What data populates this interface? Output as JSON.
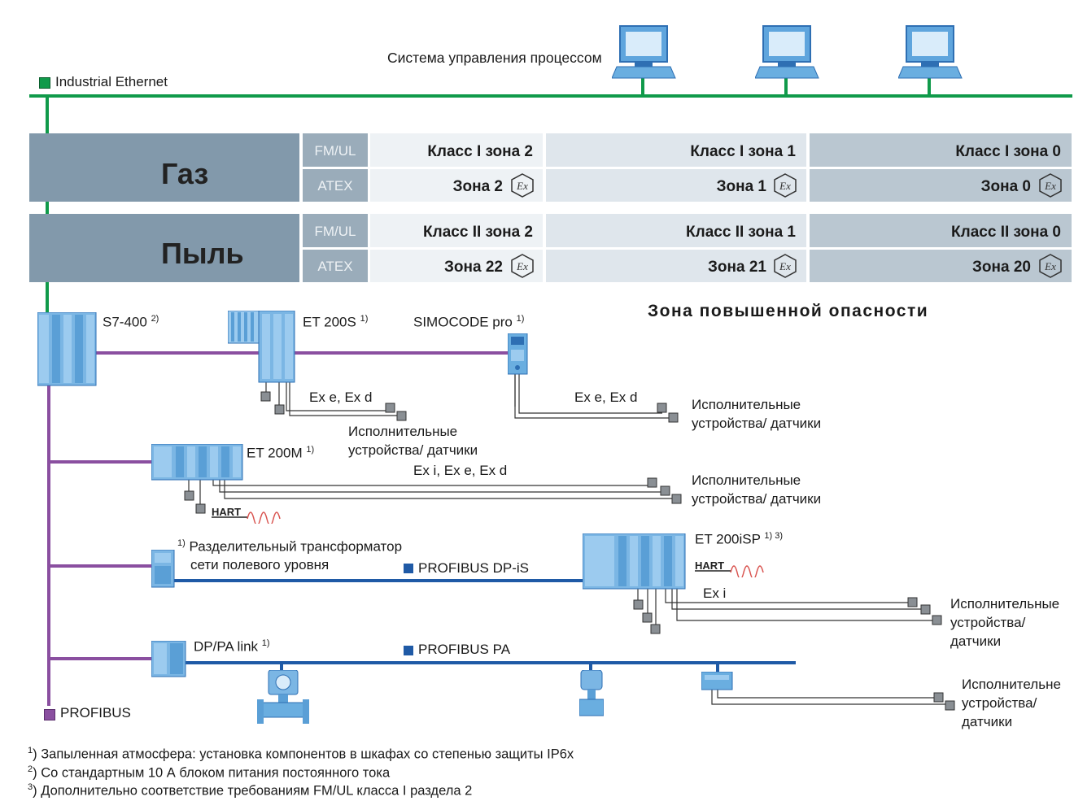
{
  "network": {
    "industrial_ethernet": "Industrial Ethernet",
    "process_control_system": "Система управления процессом",
    "profibus": "PROFIBUS",
    "profibus_dp_is": "PROFIBUS DP-iS",
    "profibus_pa": "PROFIBUS PA"
  },
  "zones_table": {
    "gas": {
      "label": "Газ",
      "std_fmul": "FM/UL",
      "std_atex": "ATEX",
      "fmul": [
        "Класс I зона 2",
        "Класс I зона 1",
        "Класс I зона 0"
      ],
      "atex": [
        "Зона 2",
        "Зона 1",
        "Зона 0"
      ]
    },
    "dust": {
      "label": "Пыль",
      "std_fmul": "FM/UL",
      "std_atex": "ATEX",
      "fmul": [
        "Класс II зона 2",
        "Класс II зона 1",
        "Класс II зона 0"
      ],
      "atex": [
        "Зона 22",
        "Зона 21",
        "Зона 20"
      ]
    },
    "ex_symbol": "Ex"
  },
  "hazard_zone_title": "Зона повышенной опасности",
  "devices": {
    "s7_400": "S7-400",
    "s7_400_ref": "2)",
    "et200s": "ET 200S",
    "et200s_ref": "1)",
    "simocode": "SIMOCODE pro",
    "simocode_ref": "1)",
    "et200m": "ET 200M",
    "et200m_ref": "1)",
    "et200isp": "ET 200iSP",
    "et200isp_ref": "1) 3)",
    "transformer_ref": "1)",
    "transformer_line1": "Разделительный трансформатор",
    "transformer_line2": "сети полевого уровня",
    "dppa": "DP/PA link",
    "dppa_ref": "1)",
    "hart": "HART"
  },
  "protection": {
    "et200s": "Ex e, Ex d",
    "simocode": "Ex e, Ex d",
    "et200m": "Ex i, Ex e, Ex d",
    "et200isp": "Ex i"
  },
  "actuators": {
    "a1_line1": "Исполнительные",
    "a1_line2": "устройства/ датчики",
    "a2_line1": "Исполнительные",
    "a2_line2": "устройства/ датчики",
    "a3_line1": "Исполнительные",
    "a3_line2": "устройства/ датчики",
    "a4_line1": "Исполнительные",
    "a4_line2": "устройства/",
    "a4_line3": "датчики",
    "a5_line1": "Исполнительне",
    "a5_line2": "устройства/",
    "a5_line3": "датчики"
  },
  "footnotes": [
    {
      "mark": "1",
      "text": ") Запыленная атмосфера: установка компонентов в шкафах со степенью защиты IP6x"
    },
    {
      "mark": "2",
      "text": ") Со стандартным 10 А блоком питания постоянного тока"
    },
    {
      "mark": "3",
      "text": ") Дополнительно соответствие требованиям FM/UL класса I раздела 2"
    }
  ],
  "colors": {
    "ethernet_green": "#109a4a",
    "profibus_purple": "#8a4fa0",
    "dp_blue": "#1f5aa6",
    "device_blue": "#6aaee0",
    "device_dark": "#2e6fb3",
    "header_dark": "#7f96a8",
    "header_std": "#97a9b7",
    "zone_light": "#eef2f5",
    "zone_mid": "#dde4ea",
    "zone_dark": "#b9c6d0"
  }
}
